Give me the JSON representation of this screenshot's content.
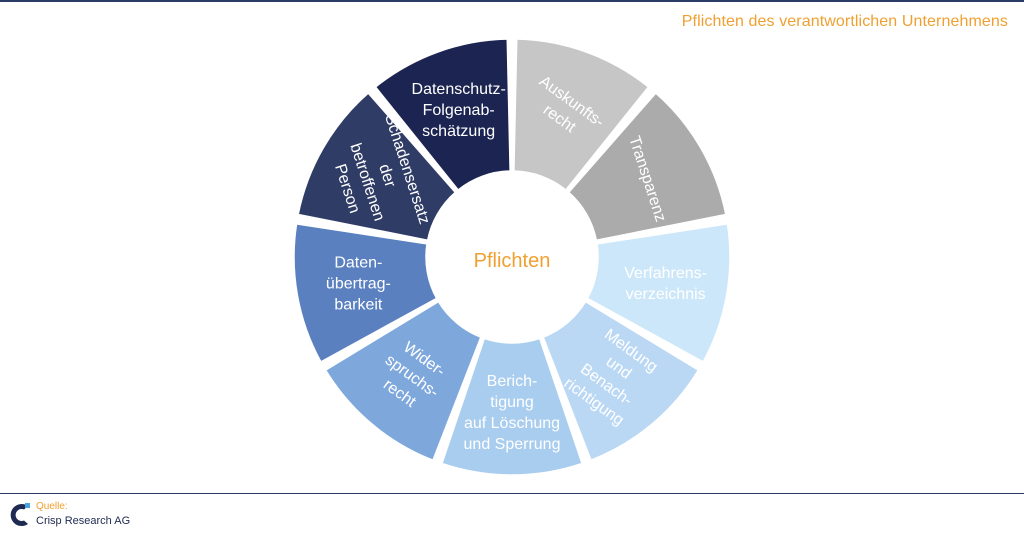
{
  "title": "Pflichten des verantwortlichen Unternehmens",
  "center_label": "Pflichten",
  "colors": {
    "accent": "#f0a030",
    "rule": "#2c3a66",
    "dark_text": "#1e2a52"
  },
  "segments": [
    {
      "lines": [
        "Auskunfts-",
        "recht"
      ],
      "color": "#c6c6c6",
      "text_color": "#ffffff",
      "rotation": 36
    },
    {
      "lines": [
        "Transparenz"
      ],
      "color": "#ababab",
      "text_color": "#ffffff",
      "rotation": 72
    },
    {
      "lines": [
        "Verfahrens-",
        "verzeichnis"
      ],
      "color": "#cde7fa",
      "text_color": "#ffffff",
      "rotation": 0
    },
    {
      "lines": [
        "Meldung",
        "und",
        "Benach-",
        "richtigung"
      ],
      "color": "#bad8f4",
      "text_color": "#ffffff",
      "rotation": 36
    },
    {
      "lines": [
        "Berich-",
        "tigung",
        "auf Löschung",
        "und Sperrung"
      ],
      "color": "#a9cdef",
      "text_color": "#ffffff",
      "rotation": 0
    },
    {
      "lines": [
        "Wider-",
        "spruchs-",
        "recht"
      ],
      "color": "#7ea8dc",
      "text_color": "#ffffff",
      "rotation": 36
    },
    {
      "lines": [
        "Daten-",
        "übertrag-",
        "barkeit"
      ],
      "color": "#5b80c0",
      "text_color": "#ffffff",
      "rotation": 0
    },
    {
      "lines": [
        "Schadensersatz",
        "der",
        "betroffenen",
        "Person"
      ],
      "color": "#2f3c66",
      "text_color": "#ffffff",
      "rotation": 72
    },
    {
      "lines": [
        "Datenschutz-",
        "Folgenab-",
        "schätzung"
      ],
      "color": "#1c2552",
      "text_color": "#ffffff",
      "rotation": 0
    }
  ],
  "footer": {
    "source_label": "Quelle:",
    "source_name": "Crisp Research AG",
    "logo_icon": "crisp-c-logo-icon"
  }
}
